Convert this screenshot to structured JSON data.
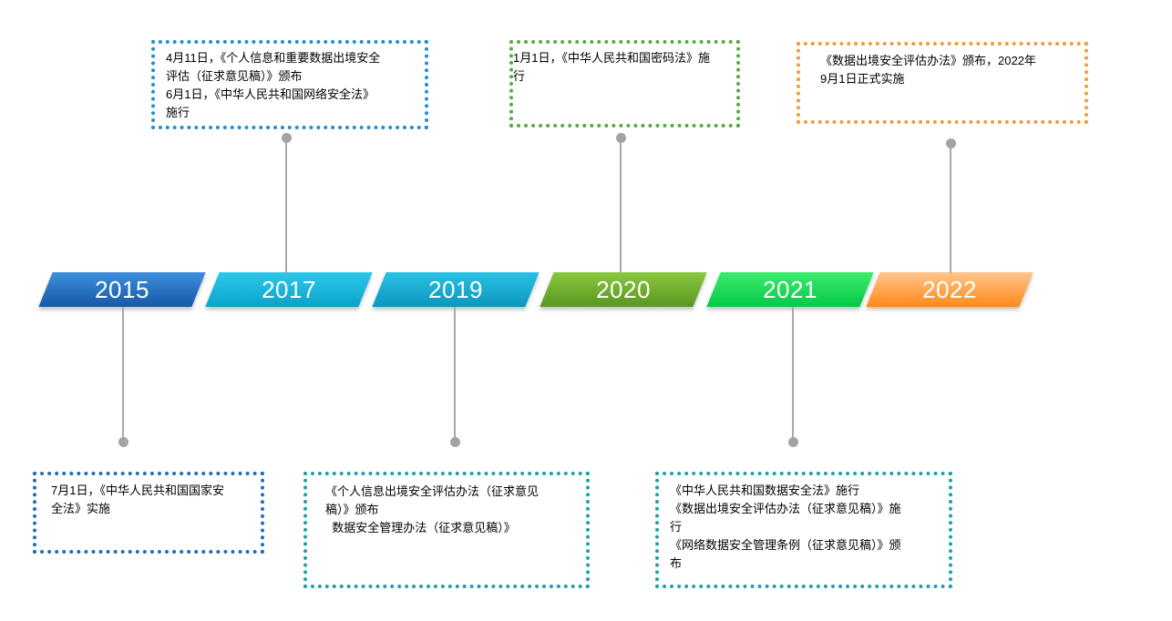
{
  "years": [
    {
      "label": "2015"
    },
    {
      "label": "2017"
    },
    {
      "label": "2019"
    },
    {
      "label": "2020"
    },
    {
      "label": "2021"
    },
    {
      "label": "2022"
    }
  ],
  "events": {
    "e2015": [
      "7月1日，《中华人民共和国国家安",
      "全法》实施"
    ],
    "e2017": [
      "4月11日，《个人信息和重要数据出境安全",
      "评估（征求意见稿）》颁布",
      "6月1日，《中华人民共和国网络安全法》",
      "施行"
    ],
    "e2019": [
      "《个人信息出境安全评估办法（征求意见",
      "稿）》颁布",
      "  数据安全管理办法（征求意见稿）》"
    ],
    "e2020": [
      "1月1日，《中华人民共和国密码法》施",
      "行"
    ],
    "e2021": [
      "《中华人民共和国数据安全法》施行",
      "《数据出境安全评估办法（征求意见稿）》施",
      "行",
      "《网络数据安全管理条例（征求意见稿）》颁",
      "布"
    ],
    "e2022": [
      "《数据出境安全评估办法》颁布，2022年",
      "9月1日正式实施"
    ]
  },
  "colors": {
    "border_2015": "#1f6fb5",
    "border_2017": "#1f8fd0",
    "border_2019": "#1aa3a8",
    "border_2020": "#5aa845",
    "border_2021": "#1aa3a8",
    "border_2022": "#f29a3a",
    "connector": "#a9a9a9"
  }
}
